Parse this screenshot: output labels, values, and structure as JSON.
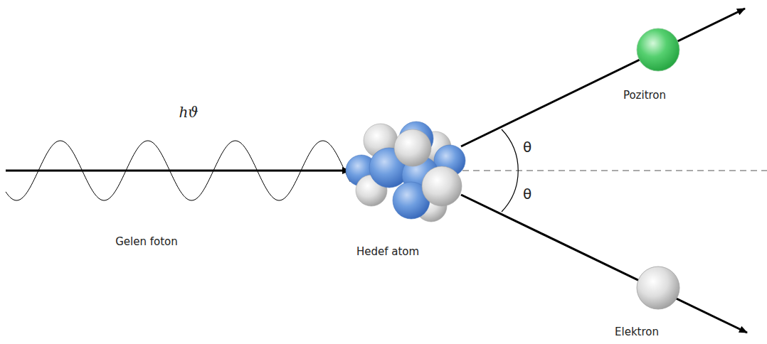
{
  "diagram": {
    "labels": [
      "hϑ",
      "Gelen foton",
      "Hedef atom",
      "Pozitron",
      "Elektron",
      "θ",
      "θ"
    ]
  }
}
